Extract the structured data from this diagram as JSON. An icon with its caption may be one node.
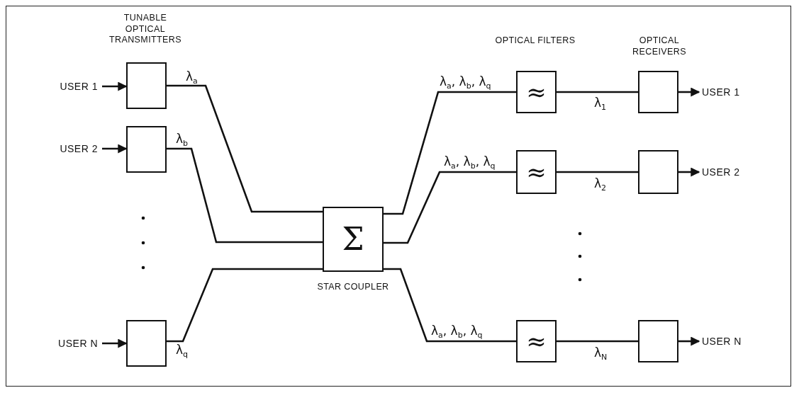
{
  "diagram": {
    "nodes": [
      {
        "text": [
          "USER 1"
        ]
      },
      {
        "text": [],
        "shape": "box"
      },
      {
        "text": [
          "USER 2"
        ]
      },
      {
        "text": [],
        "shape": "box"
      },
      {
        "text": [
          "USER N"
        ]
      },
      {
        "text": [],
        "shape": "box"
      },
      {
        "text": [
          "Σ"
        ],
        "beside": [
          "STAR COUPLER"
        ]
      },
      {
        "text": [
          "≈"
        ]
      },
      {
        "text": [],
        "shape": "box"
      },
      {
        "text": [
          "USER 1"
        ]
      },
      {
        "text": [
          "≈"
        ]
      },
      {
        "text": [],
        "shape": "box"
      },
      {
        "text": [
          "USER 2"
        ]
      },
      {
        "text": [
          "≈"
        ]
      },
      {
        "text": [],
        "shape": "box"
      },
      {
        "text": [
          "USER N"
        ]
      }
    ],
    "edges": [
      {
        "from": 0,
        "to": 1,
        "arrow": "to"
      },
      {
        "from": 1,
        "to": 6,
        "arrow": "none",
        "label": "λ$_{a}$"
      },
      {
        "from": 2,
        "to": 3,
        "arrow": "to"
      },
      {
        "from": 3,
        "to": 6,
        "arrow": "none",
        "label": "λ$_{b}$"
      },
      {
        "from": 4,
        "to": 5,
        "arrow": "to"
      },
      {
        "from": 5,
        "to": 6,
        "arrow": "none",
        "label": "λ$_{q}$"
      },
      {
        "from": 6,
        "to": 7,
        "arrow": "none",
        "label": "λ$_{a}$, λ$_{b}$, λ$_{q}$"
      },
      {
        "from": 7,
        "to": 8,
        "arrow": "none",
        "label": "λ$_{1}$"
      },
      {
        "from": 8,
        "to": 9,
        "arrow": "to"
      },
      {
        "from": 6,
        "to": 10,
        "arrow": "none",
        "label": "λ$_{a}$, λ$_{b}$, λ$_{q}$"
      },
      {
        "from": 10,
        "to": 11,
        "arrow": "none",
        "label": "λ$_{2}$"
      },
      {
        "from": 11,
        "to": 12,
        "arrow": "to"
      },
      {
        "from": 6,
        "to": 13,
        "arrow": "none",
        "label": "λ$_{a}$, λ$_{b}$, λ$_{q}$"
      },
      {
        "from": 13,
        "to": 14,
        "arrow": "none",
        "label": "λ$_{N}$"
      },
      {
        "from": 14,
        "to": 15,
        "arrow": "to"
      }
    ],
    "labels": [
      "TUNABLE OPTICAL TRANSMITTERS",
      "OPTICAL FILTERS",
      "OPTICAL RECEIVERS"
    ]
  }
}
